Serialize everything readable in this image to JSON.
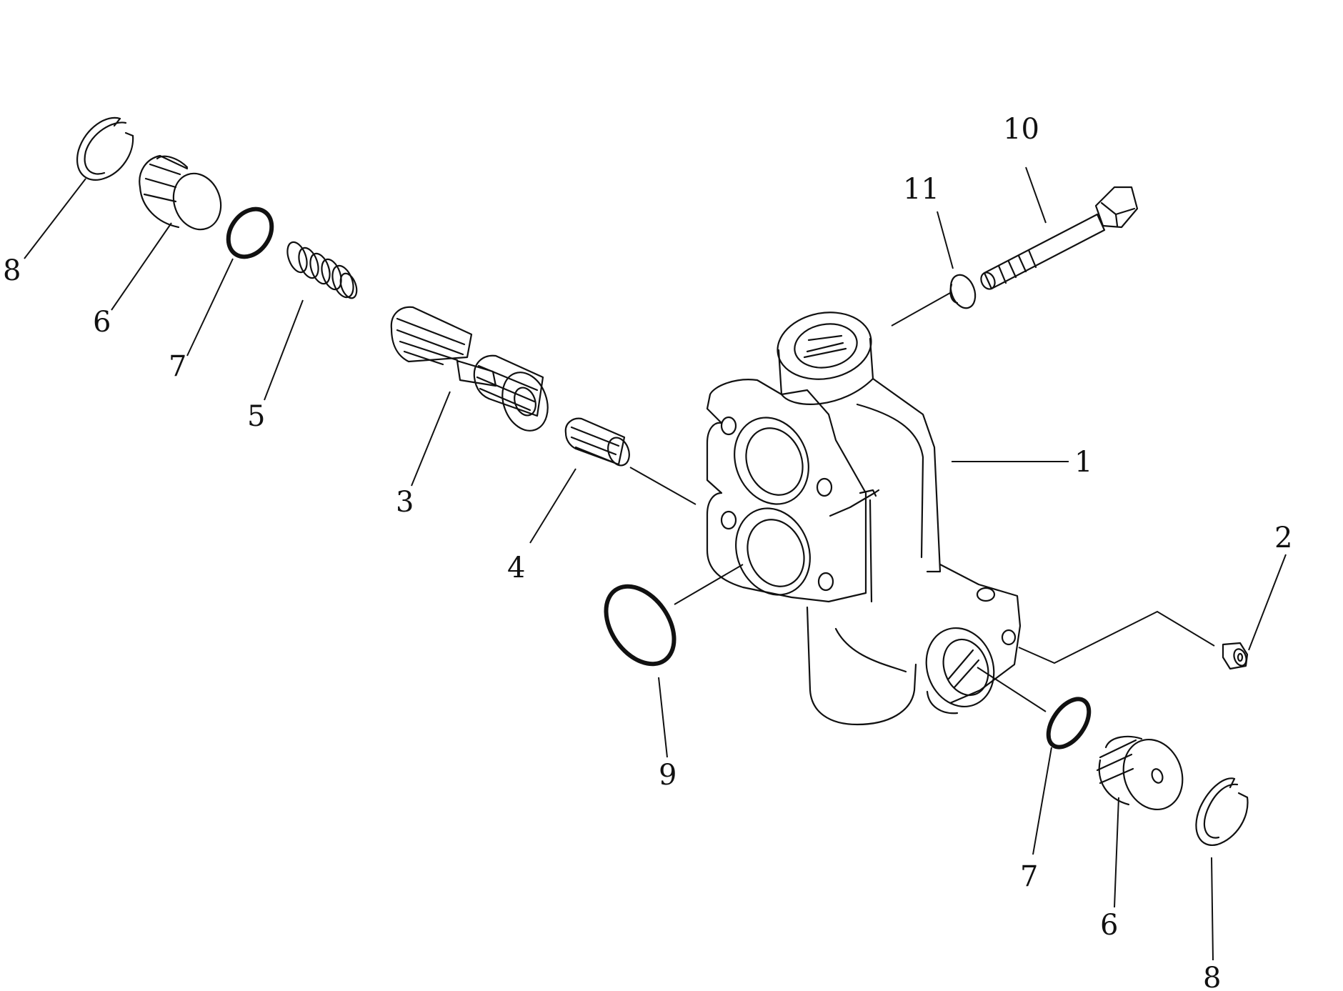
{
  "diagram": {
    "callouts": {
      "c1": "1",
      "c2": "2",
      "c3": "3",
      "c4": "4",
      "c5": "5",
      "c6a": "6",
      "c6b": "6",
      "c7a": "7",
      "c7b": "7",
      "c8a": "8",
      "c8b": "8",
      "c9": "9",
      "c10": "10",
      "c11": "11"
    }
  }
}
